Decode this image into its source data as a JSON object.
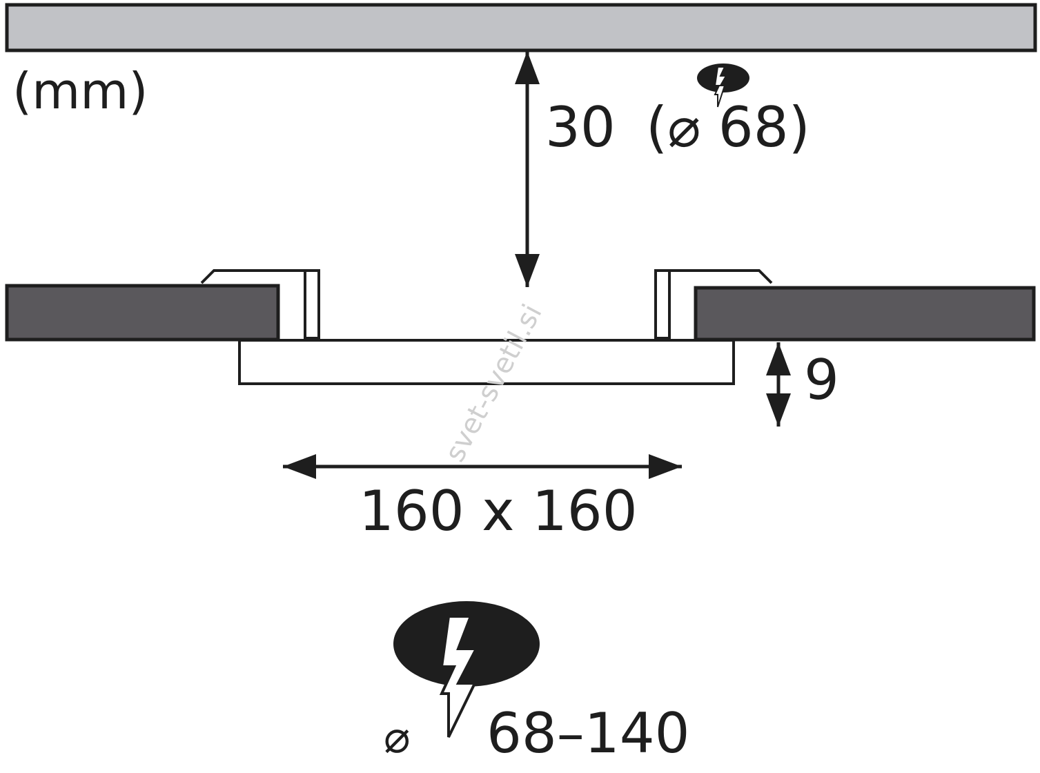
{
  "diagram": {
    "unit_label": "(mm)",
    "clearance_label": "30",
    "clearance_hole_label": "(⌀ 68)",
    "height_label": "9",
    "size_label": "160 x 160",
    "cutout_diameter_symbol": "⌀",
    "cutout_range_label": "68–140",
    "watermark": "svet-svetil.si",
    "icons": [
      "drill-hole-small-icon",
      "drill-hole-large-icon"
    ],
    "colors": {
      "ceiling": "#c1c2c6",
      "panel": "#5a585c",
      "outline": "#1e1e1e",
      "watermark": "#cfcfcf"
    }
  }
}
